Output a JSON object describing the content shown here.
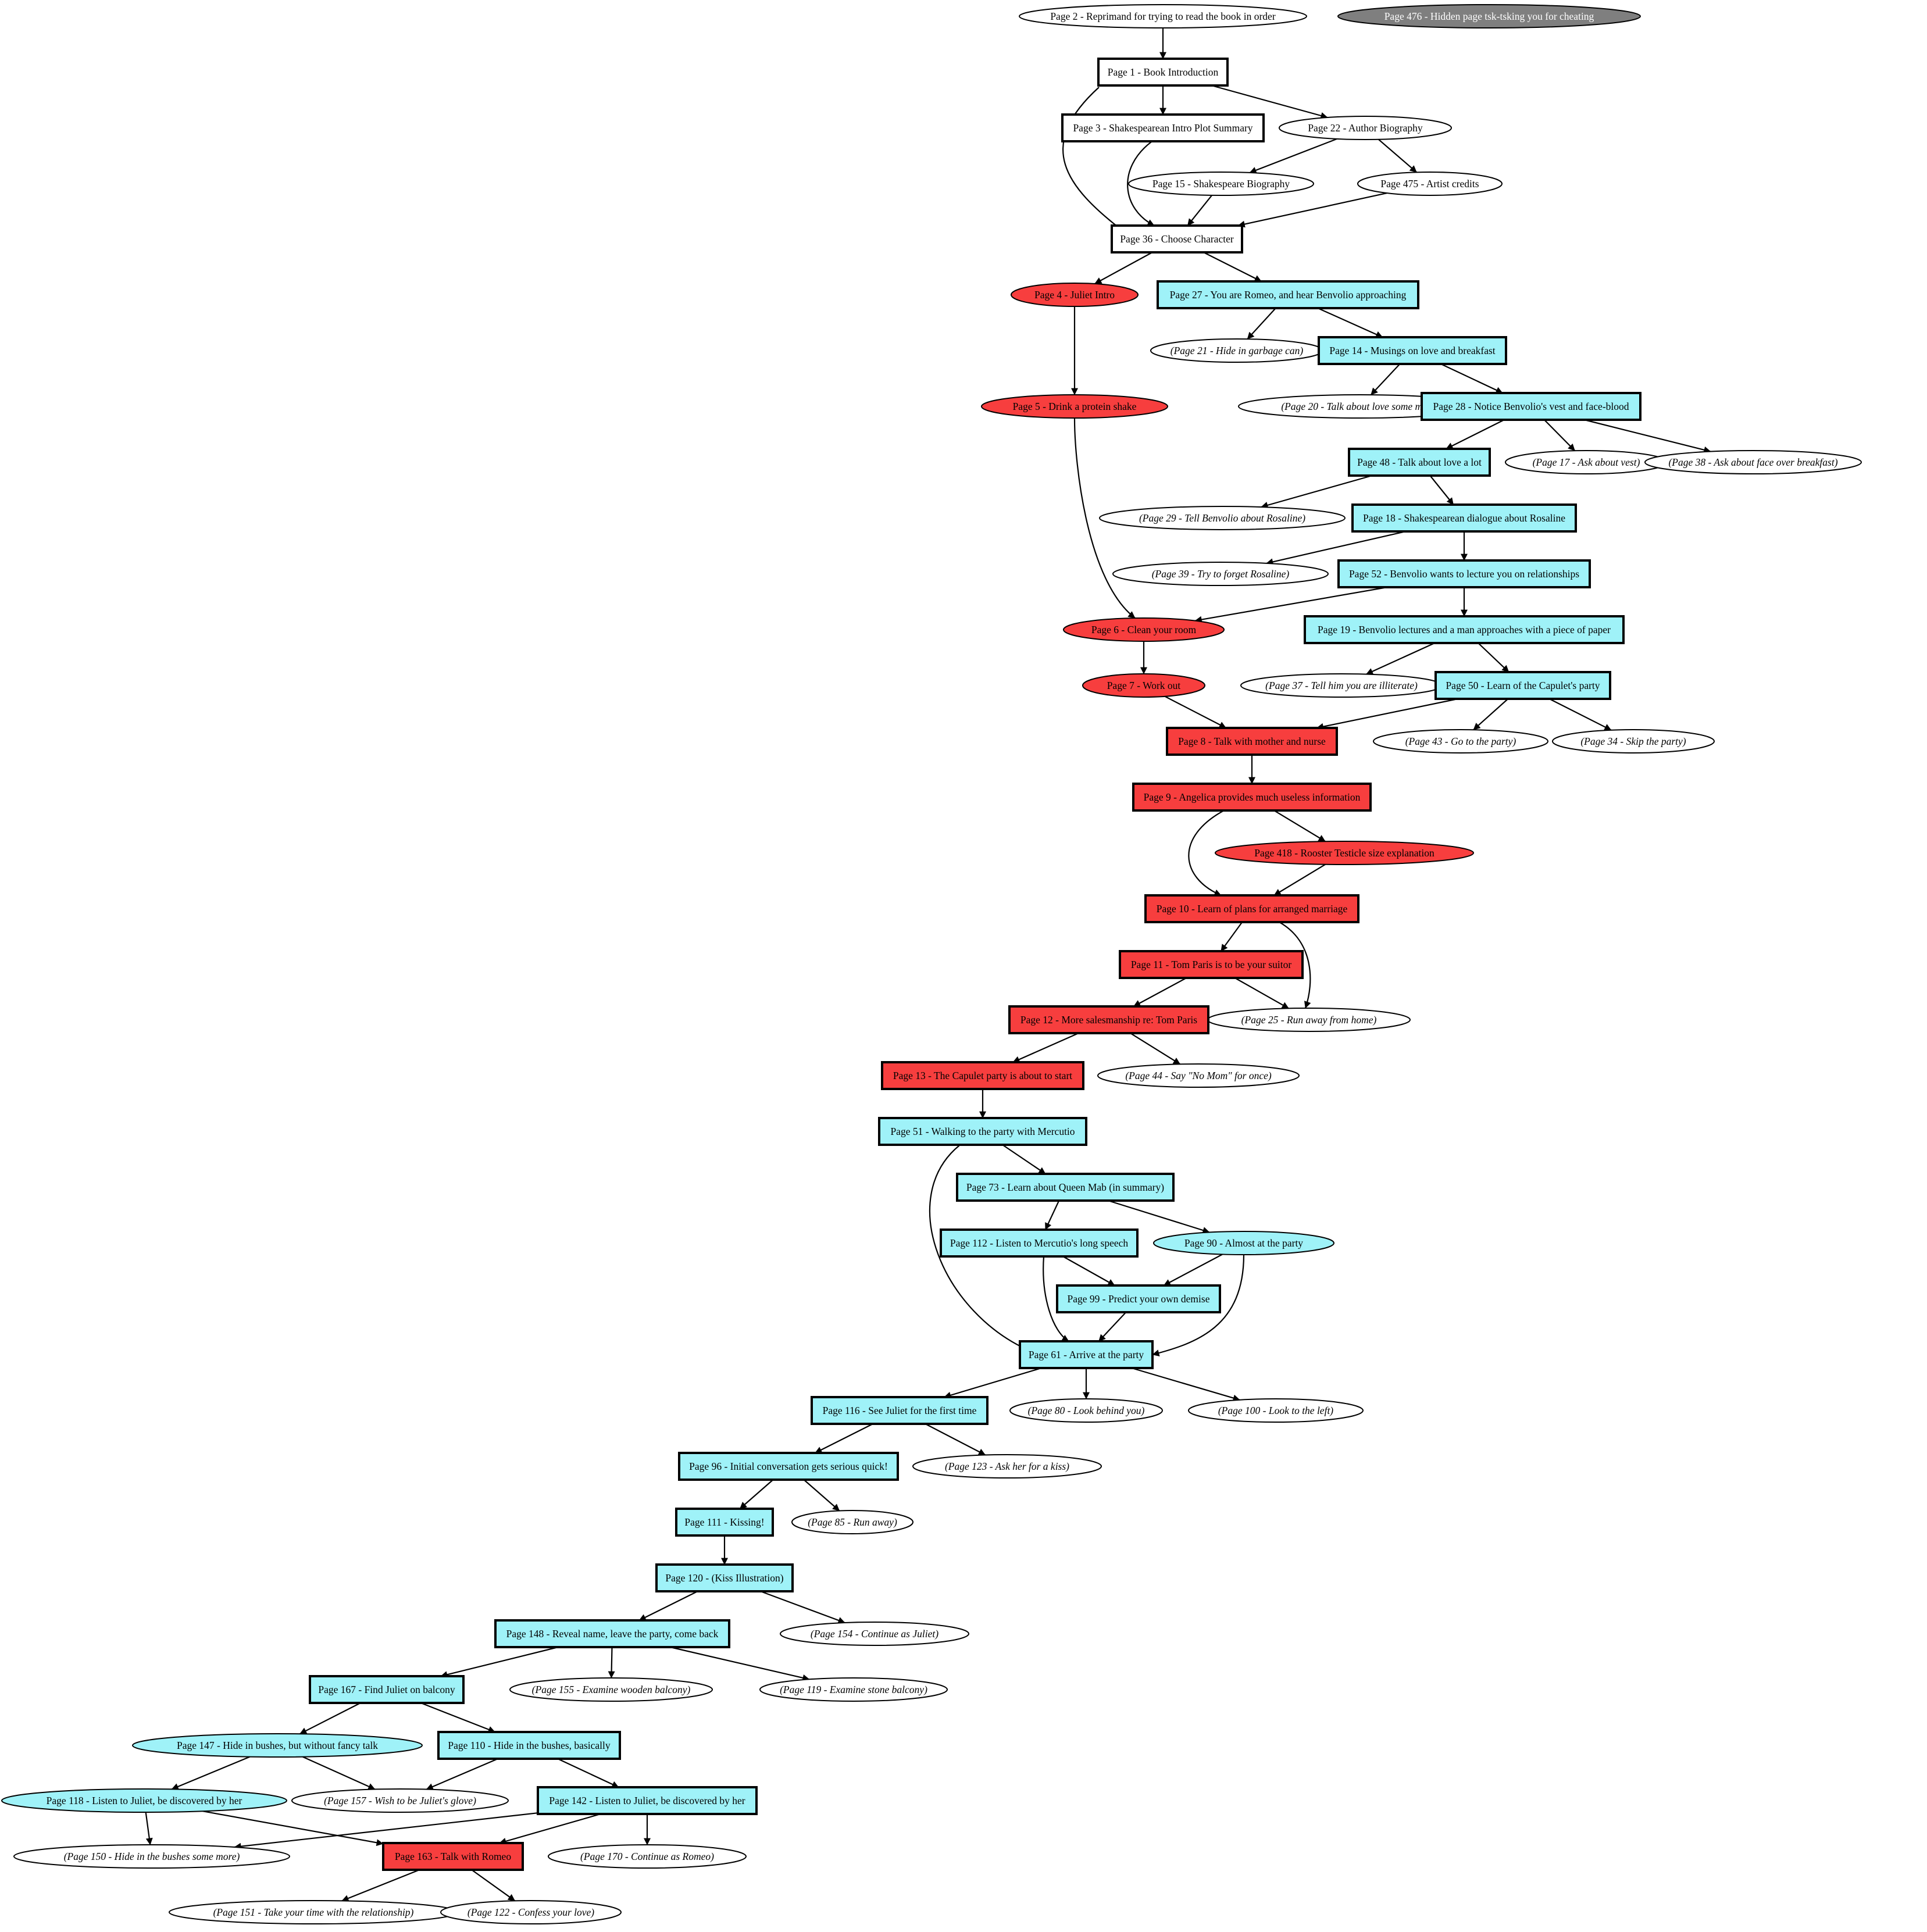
{
  "colors": {
    "romeo": "#9ff2f8",
    "juliet": "#f73e3e",
    "hidden": "#7f7f7f",
    "plain": "#ffffff",
    "stroke": "#000000"
  },
  "nodes": [
    {
      "id": "n2",
      "label": "Page 2 - Reprimand for trying to read the book in order",
      "shape": "ellipse",
      "fill": "plain",
      "bold": false,
      "italic": false
    },
    {
      "id": "n476",
      "label": "Page 476 - Hidden page tsk-tsking you for cheating",
      "shape": "ellipse",
      "fill": "hidden",
      "bold": false,
      "italic": false
    },
    {
      "id": "n1",
      "label": "Page 1 - Book Introduction",
      "shape": "box",
      "fill": "plain",
      "bold": true,
      "italic": false
    },
    {
      "id": "n3",
      "label": "Page 3 - Shakespearean Intro Plot Summary",
      "shape": "box",
      "fill": "plain",
      "bold": true,
      "italic": false
    },
    {
      "id": "n22",
      "label": "Page 22 - Author Biography",
      "shape": "ellipse",
      "fill": "plain",
      "bold": false,
      "italic": false
    },
    {
      "id": "n15",
      "label": "Page 15 - Shakespeare Biography",
      "shape": "ellipse",
      "fill": "plain",
      "bold": false,
      "italic": false
    },
    {
      "id": "n475",
      "label": "Page 475 - Artist credits",
      "shape": "ellipse",
      "fill": "plain",
      "bold": false,
      "italic": false
    },
    {
      "id": "n36",
      "label": "Page 36 - Choose Character",
      "shape": "box",
      "fill": "plain",
      "bold": true,
      "italic": false
    },
    {
      "id": "n4",
      "label": "Page 4 - Juliet Intro",
      "shape": "ellipse",
      "fill": "juliet",
      "bold": false,
      "italic": false
    },
    {
      "id": "n27",
      "label": "Page 27 - You are Romeo, and hear Benvolio approaching",
      "shape": "box",
      "fill": "romeo",
      "bold": true,
      "italic": false
    },
    {
      "id": "n21",
      "label": "(Page 21 - Hide in garbage can)",
      "shape": "ellipse",
      "fill": "plain",
      "bold": false,
      "italic": true
    },
    {
      "id": "n14",
      "label": "Page 14 - Musings on love and breakfast",
      "shape": "box",
      "fill": "romeo",
      "bold": true,
      "italic": false
    },
    {
      "id": "n5",
      "label": "Page 5 - Drink a protein shake",
      "shape": "ellipse",
      "fill": "juliet",
      "bold": false,
      "italic": false
    },
    {
      "id": "n20",
      "label": "(Page 20 - Talk about love some more)",
      "shape": "ellipse",
      "fill": "plain",
      "bold": false,
      "italic": true
    },
    {
      "id": "n28",
      "label": "Page 28 - Notice Benvolio's vest and face-blood",
      "shape": "box",
      "fill": "romeo",
      "bold": true,
      "italic": false
    },
    {
      "id": "n48",
      "label": "Page 48 - Talk about love a lot",
      "shape": "box",
      "fill": "romeo",
      "bold": true,
      "italic": false
    },
    {
      "id": "n17",
      "label": "(Page 17 - Ask about vest)",
      "shape": "ellipse",
      "fill": "plain",
      "bold": false,
      "italic": true
    },
    {
      "id": "n38",
      "label": "(Page 38 - Ask about face over breakfast)",
      "shape": "ellipse",
      "fill": "plain",
      "bold": false,
      "italic": true
    },
    {
      "id": "n29",
      "label": "(Page 29 - Tell Benvolio about Rosaline)",
      "shape": "ellipse",
      "fill": "plain",
      "bold": false,
      "italic": true
    },
    {
      "id": "n18",
      "label": "Page 18 - Shakespearean dialogue about Rosaline",
      "shape": "box",
      "fill": "romeo",
      "bold": true,
      "italic": false
    },
    {
      "id": "n39",
      "label": "(Page 39 - Try to forget Rosaline)",
      "shape": "ellipse",
      "fill": "plain",
      "bold": false,
      "italic": true
    },
    {
      "id": "n52",
      "label": "Page 52 - Benvolio wants to lecture you on relationships",
      "shape": "box",
      "fill": "romeo",
      "bold": true,
      "italic": false
    },
    {
      "id": "n6",
      "label": "Page 6 - Clean your room",
      "shape": "ellipse",
      "fill": "juliet",
      "bold": false,
      "italic": false
    },
    {
      "id": "n19",
      "label": "Page 19 - Benvolio lectures and a man approaches with a piece of paper",
      "shape": "box",
      "fill": "romeo",
      "bold": true,
      "italic": false
    },
    {
      "id": "n7",
      "label": "Page 7 - Work out",
      "shape": "ellipse",
      "fill": "juliet",
      "bold": false,
      "italic": false
    },
    {
      "id": "n37",
      "label": "(Page 37 - Tell him you are illiterate)",
      "shape": "ellipse",
      "fill": "plain",
      "bold": false,
      "italic": true
    },
    {
      "id": "n50",
      "label": "Page 50 - Learn of the Capulet's party",
      "shape": "box",
      "fill": "romeo",
      "bold": true,
      "italic": false
    },
    {
      "id": "n8",
      "label": "Page 8 - Talk with mother and nurse",
      "shape": "box",
      "fill": "juliet",
      "bold": true,
      "italic": false
    },
    {
      "id": "n43",
      "label": "(Page 43 - Go to the party)",
      "shape": "ellipse",
      "fill": "plain",
      "bold": false,
      "italic": true
    },
    {
      "id": "n34",
      "label": "(Page 34 - Skip the party)",
      "shape": "ellipse",
      "fill": "plain",
      "bold": false,
      "italic": true
    },
    {
      "id": "n9",
      "label": "Page 9 - Angelica provides much useless information",
      "shape": "box",
      "fill": "juliet",
      "bold": true,
      "italic": false
    },
    {
      "id": "n418",
      "label": "Page 418 - Rooster Testicle size explanation",
      "shape": "ellipse",
      "fill": "juliet",
      "bold": false,
      "italic": false
    },
    {
      "id": "n10",
      "label": "Page 10 - Learn of plans for arranged marriage",
      "shape": "box",
      "fill": "juliet",
      "bold": true,
      "italic": false
    },
    {
      "id": "n11",
      "label": "Page 11 - Tom Paris is to be your suitor",
      "shape": "box",
      "fill": "juliet",
      "bold": true,
      "italic": false
    },
    {
      "id": "n25",
      "label": "(Page 25 - Run away from home)",
      "shape": "ellipse",
      "fill": "plain",
      "bold": false,
      "italic": true
    },
    {
      "id": "n12",
      "label": "Page 12 - More salesmanship re: Tom Paris",
      "shape": "box",
      "fill": "juliet",
      "bold": true,
      "italic": false
    },
    {
      "id": "n13",
      "label": "Page 13 - The Capulet party is about to start",
      "shape": "box",
      "fill": "juliet",
      "bold": true,
      "italic": false
    },
    {
      "id": "n44",
      "label": "(Page 44 - Say \"No Mom\" for once)",
      "shape": "ellipse",
      "fill": "plain",
      "bold": false,
      "italic": true
    },
    {
      "id": "n51",
      "label": "Page 51 - Walking to the party with Mercutio",
      "shape": "box",
      "fill": "romeo",
      "bold": true,
      "italic": false
    },
    {
      "id": "n73",
      "label": "Page 73 - Learn about Queen Mab (in summary)",
      "shape": "box",
      "fill": "romeo",
      "bold": true,
      "italic": false
    },
    {
      "id": "n112",
      "label": "Page 112 - Listen to Mercutio's long speech",
      "shape": "box",
      "fill": "romeo",
      "bold": true,
      "italic": false
    },
    {
      "id": "n90",
      "label": "Page 90 - Almost at the party",
      "shape": "ellipse",
      "fill": "romeo",
      "bold": false,
      "italic": false
    },
    {
      "id": "n99",
      "label": "Page 99 - Predict your own demise",
      "shape": "box",
      "fill": "romeo",
      "bold": true,
      "italic": false
    },
    {
      "id": "n61",
      "label": "Page 61 - Arrive at the party",
      "shape": "box",
      "fill": "romeo",
      "bold": true,
      "italic": false
    },
    {
      "id": "n116",
      "label": "Page 116 - See Juliet for the first time",
      "shape": "box",
      "fill": "romeo",
      "bold": true,
      "italic": false
    },
    {
      "id": "n80",
      "label": "(Page 80 - Look behind you)",
      "shape": "ellipse",
      "fill": "plain",
      "bold": false,
      "italic": true
    },
    {
      "id": "n100",
      "label": "(Page 100 - Look to the left)",
      "shape": "ellipse",
      "fill": "plain",
      "bold": false,
      "italic": true
    },
    {
      "id": "n96",
      "label": "Page 96 - Initial conversation gets serious quick!",
      "shape": "box",
      "fill": "romeo",
      "bold": true,
      "italic": false
    },
    {
      "id": "n123",
      "label": "(Page 123 - Ask her for a kiss)",
      "shape": "ellipse",
      "fill": "plain",
      "bold": false,
      "italic": true
    },
    {
      "id": "n111",
      "label": "Page 111 - Kissing!",
      "shape": "box",
      "fill": "romeo",
      "bold": true,
      "italic": false
    },
    {
      "id": "n85",
      "label": "(Page 85 - Run away)",
      "shape": "ellipse",
      "fill": "plain",
      "bold": false,
      "italic": true
    },
    {
      "id": "n120",
      "label": "Page 120 - (Kiss Illustration)",
      "shape": "box",
      "fill": "romeo",
      "bold": true,
      "italic": false
    },
    {
      "id": "n148",
      "label": "Page 148 - Reveal name, leave the party, come back",
      "shape": "box",
      "fill": "romeo",
      "bold": true,
      "italic": false
    },
    {
      "id": "n154",
      "label": "(Page 154 - Continue as Juliet)",
      "shape": "ellipse",
      "fill": "plain",
      "bold": false,
      "italic": true
    },
    {
      "id": "n167",
      "label": "Page 167 - Find Juliet on balcony",
      "shape": "box",
      "fill": "romeo",
      "bold": true,
      "italic": false
    },
    {
      "id": "n155",
      "label": "(Page 155 - Examine wooden balcony)",
      "shape": "ellipse",
      "fill": "plain",
      "bold": false,
      "italic": true
    },
    {
      "id": "n119",
      "label": "(Page 119 - Examine stone balcony)",
      "shape": "ellipse",
      "fill": "plain",
      "bold": false,
      "italic": true
    },
    {
      "id": "n147",
      "label": "Page 147 - Hide in bushes, but without fancy talk",
      "shape": "ellipse",
      "fill": "romeo",
      "bold": false,
      "italic": false
    },
    {
      "id": "n110",
      "label": "Page 110 - Hide in the bushes, basically",
      "shape": "box",
      "fill": "romeo",
      "bold": true,
      "italic": false
    },
    {
      "id": "n118",
      "label": "Page 118 - Listen to Juliet, be discovered by her",
      "shape": "ellipse",
      "fill": "romeo",
      "bold": false,
      "italic": false
    },
    {
      "id": "n157",
      "label": "(Page 157 - Wish to be Juliet's glove)",
      "shape": "ellipse",
      "fill": "plain",
      "bold": false,
      "italic": true
    },
    {
      "id": "n142",
      "label": "Page 142 - Listen to Juliet, be discovered by her",
      "shape": "box",
      "fill": "romeo",
      "bold": true,
      "italic": false
    },
    {
      "id": "n150",
      "label": "(Page 150 - Hide in the bushes some more)",
      "shape": "ellipse",
      "fill": "plain",
      "bold": false,
      "italic": true
    },
    {
      "id": "n163",
      "label": "Page 163 - Talk with Romeo",
      "shape": "box",
      "fill": "juliet",
      "bold": true,
      "italic": false
    },
    {
      "id": "n170",
      "label": "(Page 170 - Continue as Romeo)",
      "shape": "ellipse",
      "fill": "plain",
      "bold": false,
      "italic": true
    },
    {
      "id": "n151",
      "label": "(Page 151 - Take your time with the relationship)",
      "shape": "ellipse",
      "fill": "plain",
      "bold": false,
      "italic": true
    },
    {
      "id": "n122",
      "label": "(Page 122 - Confess your love)",
      "shape": "ellipse",
      "fill": "plain",
      "bold": false,
      "italic": true
    }
  ],
  "edges": [
    [
      "n2",
      "n1"
    ],
    [
      "n1",
      "n3"
    ],
    [
      "n1",
      "n22"
    ],
    [
      "n1",
      "n36"
    ],
    [
      "n3",
      "n36"
    ],
    [
      "n22",
      "n15"
    ],
    [
      "n22",
      "n475"
    ],
    [
      "n15",
      "n36"
    ],
    [
      "n475",
      "n36"
    ],
    [
      "n36",
      "n4"
    ],
    [
      "n36",
      "n27"
    ],
    [
      "n27",
      "n21"
    ],
    [
      "n27",
      "n14"
    ],
    [
      "n4",
      "n5"
    ],
    [
      "n14",
      "n20"
    ],
    [
      "n14",
      "n28"
    ],
    [
      "n28",
      "n48"
    ],
    [
      "n28",
      "n17"
    ],
    [
      "n28",
      "n38"
    ],
    [
      "n48",
      "n29"
    ],
    [
      "n48",
      "n18"
    ],
    [
      "n18",
      "n39"
    ],
    [
      "n18",
      "n52"
    ],
    [
      "n5",
      "n6"
    ],
    [
      "n52",
      "n6"
    ],
    [
      "n52",
      "n19"
    ],
    [
      "n6",
      "n7"
    ],
    [
      "n19",
      "n37"
    ],
    [
      "n19",
      "n50"
    ],
    [
      "n7",
      "n8"
    ],
    [
      "n50",
      "n8"
    ],
    [
      "n50",
      "n43"
    ],
    [
      "n50",
      "n34"
    ],
    [
      "n8",
      "n9"
    ],
    [
      "n9",
      "n418"
    ],
    [
      "n9",
      "n10"
    ],
    [
      "n418",
      "n10"
    ],
    [
      "n10",
      "n11"
    ],
    [
      "n10",
      "n25"
    ],
    [
      "n11",
      "n12"
    ],
    [
      "n11",
      "n25"
    ],
    [
      "n12",
      "n13"
    ],
    [
      "n12",
      "n44"
    ],
    [
      "n13",
      "n51"
    ],
    [
      "n51",
      "n73"
    ],
    [
      "n51",
      "n61"
    ],
    [
      "n73",
      "n112"
    ],
    [
      "n73",
      "n90"
    ],
    [
      "n112",
      "n99"
    ],
    [
      "n112",
      "n61"
    ],
    [
      "n90",
      "n99"
    ],
    [
      "n90",
      "n61"
    ],
    [
      "n99",
      "n61"
    ],
    [
      "n61",
      "n116"
    ],
    [
      "n61",
      "n80"
    ],
    [
      "n61",
      "n100"
    ],
    [
      "n116",
      "n96"
    ],
    [
      "n116",
      "n123"
    ],
    [
      "n96",
      "n111"
    ],
    [
      "n96",
      "n85"
    ],
    [
      "n111",
      "n120"
    ],
    [
      "n120",
      "n148"
    ],
    [
      "n120",
      "n154"
    ],
    [
      "n148",
      "n167"
    ],
    [
      "n148",
      "n155"
    ],
    [
      "n148",
      "n119"
    ],
    [
      "n167",
      "n147"
    ],
    [
      "n167",
      "n110"
    ],
    [
      "n147",
      "n118"
    ],
    [
      "n147",
      "n157"
    ],
    [
      "n110",
      "n157"
    ],
    [
      "n110",
      "n142"
    ],
    [
      "n118",
      "n150"
    ],
    [
      "n118",
      "n163"
    ],
    [
      "n142",
      "n150"
    ],
    [
      "n142",
      "n163"
    ],
    [
      "n142",
      "n170"
    ],
    [
      "n163",
      "n151"
    ],
    [
      "n163",
      "n122"
    ]
  ]
}
